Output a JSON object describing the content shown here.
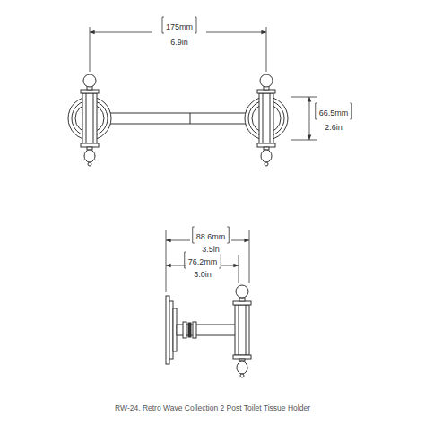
{
  "diagram": {
    "caption": "RW-24. Retro Wave Collection 2 Post Toilet Tissue Holder",
    "labels": [
      "175mm",
      "6.9in",
      "66.5mm",
      "2.6in",
      "88.6mm",
      "3.5in",
      "76.2mm",
      "3.0in"
    ]
  }
}
